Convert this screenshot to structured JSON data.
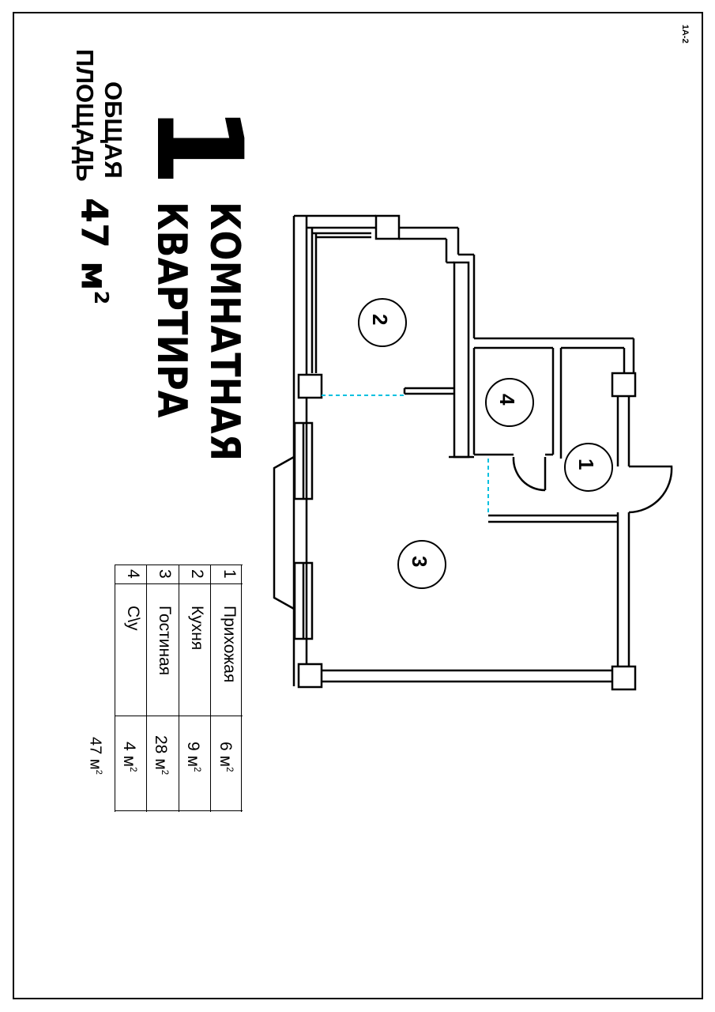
{
  "sheet_code": "1А-2",
  "title": {
    "rooms_count": "1",
    "line1": "КОМНАТНАЯ",
    "line2": "КВАРТИРА"
  },
  "total": {
    "label_line1": "ОБЩАЯ",
    "label_line2": "ПЛОЩАДЬ",
    "value": "47 м",
    "unit_power": "2"
  },
  "rooms": [
    {
      "num": "1",
      "name": "Прихожая",
      "area": "6 м",
      "power": "2"
    },
    {
      "num": "2",
      "name": "Кухня",
      "area": "9 м",
      "power": "2"
    },
    {
      "num": "3",
      "name": "Гостиная",
      "area": "28 м",
      "power": "2"
    },
    {
      "num": "4",
      "name": "С\\у",
      "area": "4 м",
      "power": "2"
    }
  ],
  "table_total": {
    "value": "47 м",
    "power": "2"
  },
  "plan_labels": [
    "1",
    "2",
    "3",
    "4"
  ],
  "colors": {
    "partition_dashed": "#00c0e0",
    "ink": "#000000"
  }
}
